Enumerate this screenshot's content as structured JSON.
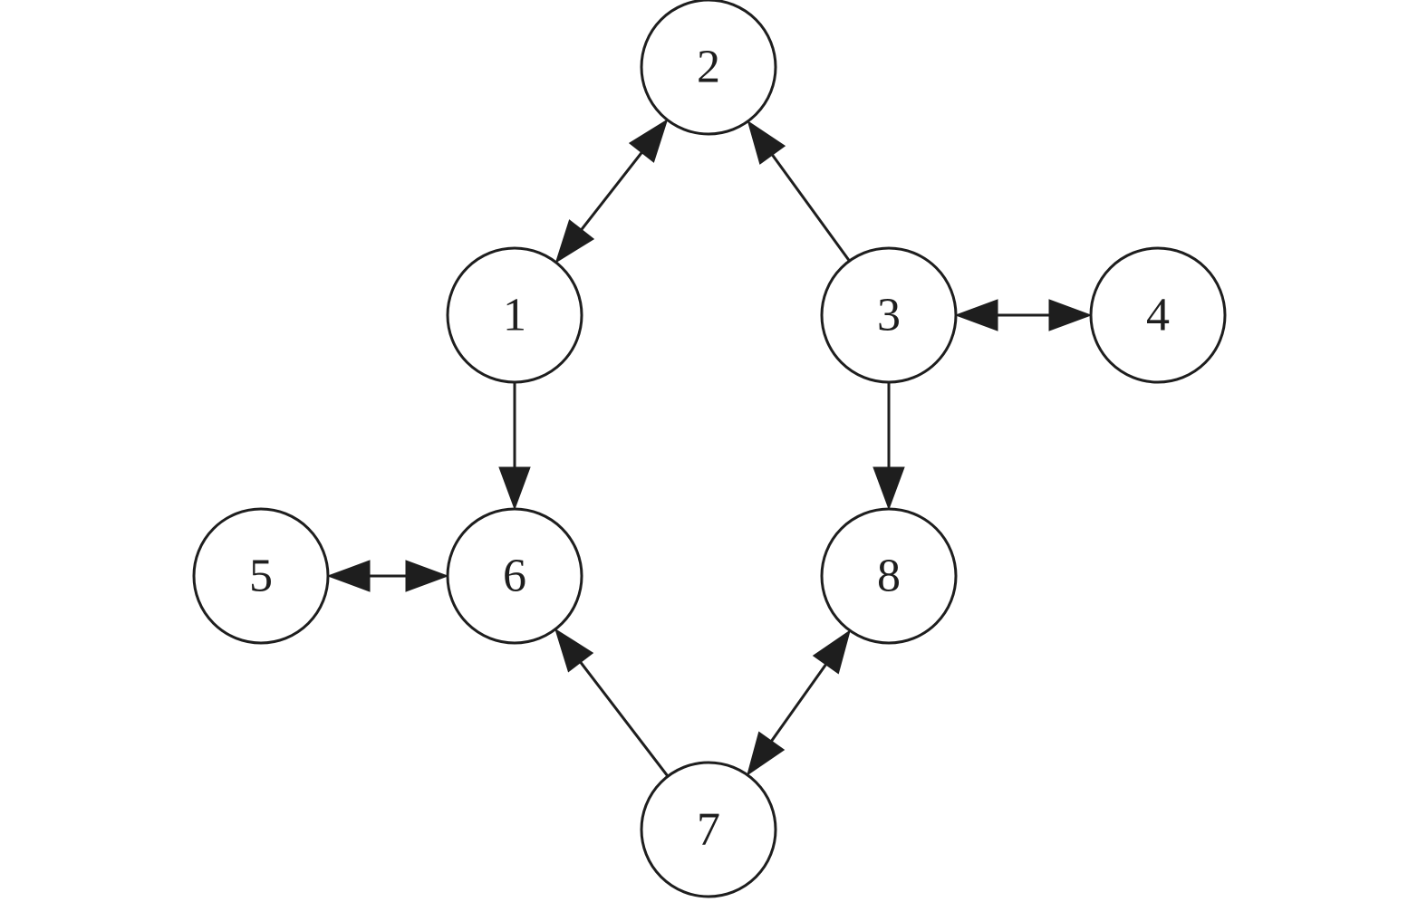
{
  "diagram": {
    "type": "directed-graph",
    "colors": {
      "stroke": "#1e1e1e",
      "fill": "#ffffff"
    },
    "nodes": [
      {
        "id": "2",
        "label": "2"
      },
      {
        "id": "1",
        "label": "1"
      },
      {
        "id": "3",
        "label": "3"
      },
      {
        "id": "4",
        "label": "4"
      },
      {
        "id": "5",
        "label": "5"
      },
      {
        "id": "6",
        "label": "6"
      },
      {
        "id": "8",
        "label": "8"
      },
      {
        "id": "7",
        "label": "7"
      }
    ],
    "edges": [
      {
        "from": "1",
        "to": "2",
        "bidirectional": true
      },
      {
        "from": "3",
        "to": "2",
        "bidirectional": false
      },
      {
        "from": "3",
        "to": "4",
        "bidirectional": true
      },
      {
        "from": "1",
        "to": "6",
        "bidirectional": false
      },
      {
        "from": "3",
        "to": "8",
        "bidirectional": false
      },
      {
        "from": "5",
        "to": "6",
        "bidirectional": true
      },
      {
        "from": "7",
        "to": "6",
        "bidirectional": false
      },
      {
        "from": "7",
        "to": "8",
        "bidirectional": true
      }
    ]
  }
}
